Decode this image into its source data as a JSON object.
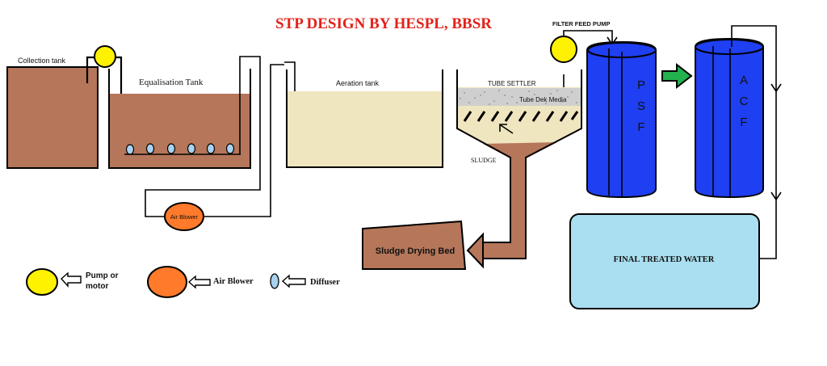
{
  "title": "STP DESIGN BY HESPL, BBSR",
  "components": {
    "collection_tank": "Collection tank",
    "equalisation_tank": "Equalisation Tank",
    "aeration_tank": "Aeration tank",
    "tube_settler": "TUBE SETTLER",
    "tube_dek_media": "Tube Dek Media",
    "sludge": "SLUDGE",
    "air_blower": "Air Blower",
    "filter_feed_pump": "FILTER FEED PUMP",
    "psf_letters": [
      "P",
      "S",
      "F"
    ],
    "acf_letters": [
      "A",
      "C",
      "F"
    ],
    "sludge_drying_bed": "Sludge Drying Bed",
    "final_treated_water": "FINAL TREATED WATER"
  },
  "legend": {
    "pump_line1": "Pump or",
    "pump_line2": "motor",
    "air_blower": "Air Blower",
    "diffuser": "Diffuser"
  },
  "colors": {
    "title": "#e32119",
    "tank_sludge": "#b5765a",
    "aeration_liquid": "#efe5bf",
    "settler_liquid": "#efe5bf",
    "media_gray": "#cfcfcf",
    "filter_blue": "#1f3ff2",
    "treated_water": "#a9dff0",
    "pump": "#fff200",
    "blower": "#ff7a2a",
    "diffuser": "#a8d2f0",
    "arrow_green": "#22b14c"
  }
}
